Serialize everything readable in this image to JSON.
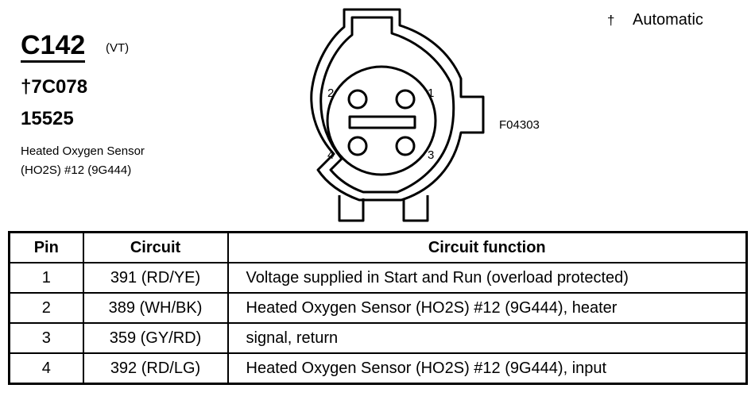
{
  "header": {
    "connector_id": "C142",
    "connector_variant": "(VT)",
    "part_symbol": "†",
    "part_number": "7C078",
    "harness_number": "15525",
    "description_line1": "Heated Oxygen Sensor",
    "description_line2": "(HO2S) #12 (9G444)"
  },
  "legend": {
    "symbol": "†",
    "label": "Automatic"
  },
  "figure_id": "F04303",
  "connector": {
    "pin_labels": [
      "1",
      "2",
      "3",
      "4"
    ]
  },
  "table": {
    "headers": {
      "pin": "Pin",
      "circuit": "Circuit",
      "function": "Circuit function"
    },
    "rows": [
      {
        "pin": "1",
        "circuit": "391 (RD/YE)",
        "function": "Voltage supplied in Start and Run (overload protected)"
      },
      {
        "pin": "2",
        "circuit": "389 (WH/BK)",
        "function": "Heated Oxygen Sensor (HO2S) #12 (9G444), heater"
      },
      {
        "pin": "3",
        "circuit": "359 (GY/RD)",
        "function": "signal, return"
      },
      {
        "pin": "4",
        "circuit": "392 (RD/LG)",
        "function": "Heated Oxygen Sensor (HO2S) #12 (9G444), input"
      }
    ]
  }
}
